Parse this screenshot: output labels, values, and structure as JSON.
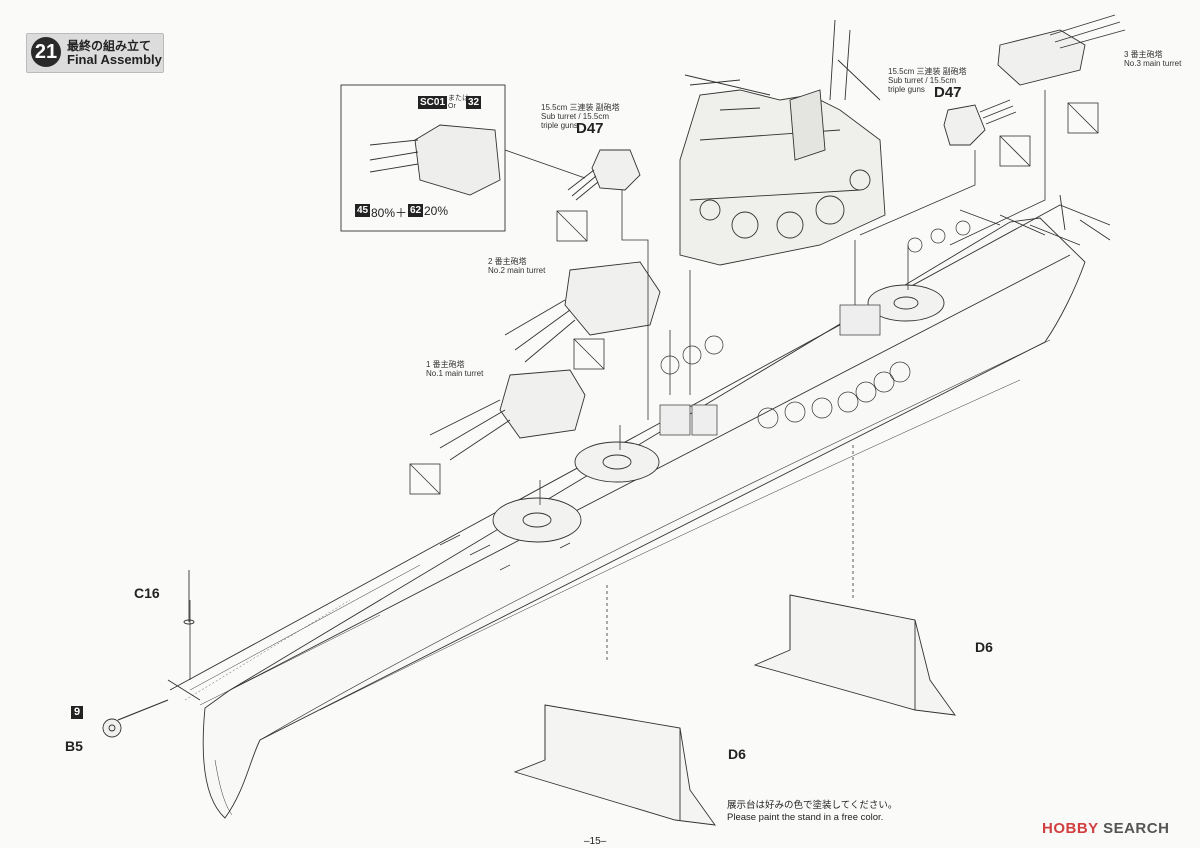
{
  "header": {
    "step_number": "21",
    "title_jp": "最終の組み立て",
    "title_en": "Final Assembly"
  },
  "inset": {
    "code_a": "SC01",
    "or_text": "または\nOr",
    "code_b": "32",
    "mix_a_code": "45",
    "mix_a_pct": "80%＋",
    "mix_b_code": "62",
    "mix_b_pct": "20%"
  },
  "labels": {
    "sub_turret_left": "15.5cm 三連装 副砲塔\nSub turret / 15.5cm\ntriple guns",
    "sub_turret_right": "15.5cm 三連装 副砲塔\nSub turret / 15.5cm\ntriple guns",
    "turret2": "2 番主砲塔\nNo.2 main turret",
    "turret1": "1 番主砲塔\nNo.1 main turret",
    "turret3": "3 番主砲塔\nNo.3 main turret"
  },
  "parts": {
    "d47_left": "D47",
    "d47_right": "D47",
    "c16": "C16",
    "nine": "9",
    "b5": "B5",
    "d6_right": "D6",
    "d6_left": "D6"
  },
  "note": {
    "jp": "展示台は好みの色で塗装してください。",
    "en": "Please paint the stand in a free color."
  },
  "page_number": "–15–",
  "watermark": {
    "hobby": "HOBBY",
    "search": "SEARCH"
  }
}
